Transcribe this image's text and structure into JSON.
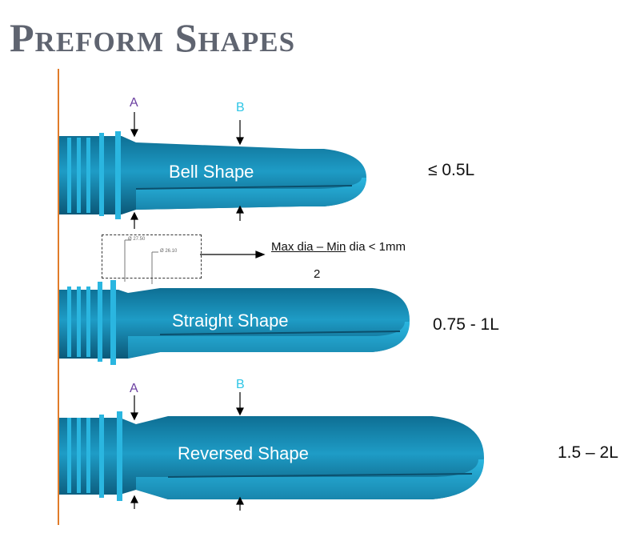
{
  "title": "Preform Shapes",
  "markers": {
    "a": "A",
    "b": "B"
  },
  "shapes": [
    {
      "name": "Bell Shape",
      "size": "≤ 0.5L"
    },
    {
      "name": "Straight Shape",
      "size": "0.75 - 1L"
    },
    {
      "name": "Reversed Shape",
      "size": "1.5 – 2L"
    }
  ],
  "formula": {
    "max": "Max dia",
    "dash": " – ",
    "min": "Min",
    "rest": " dia < 1mm",
    "denominator": "2"
  },
  "dimensions": {
    "d1": "Ø 27.50",
    "d2": "Ø 26.10"
  },
  "colors": {
    "preform": "#1a8fb5",
    "preform_light": "#2ab6e0",
    "preform_dark": "#0c4f70",
    "ruler": "#e07b2a",
    "marker_a": "#6b3fa0",
    "marker_b": "#2ec6e6"
  }
}
